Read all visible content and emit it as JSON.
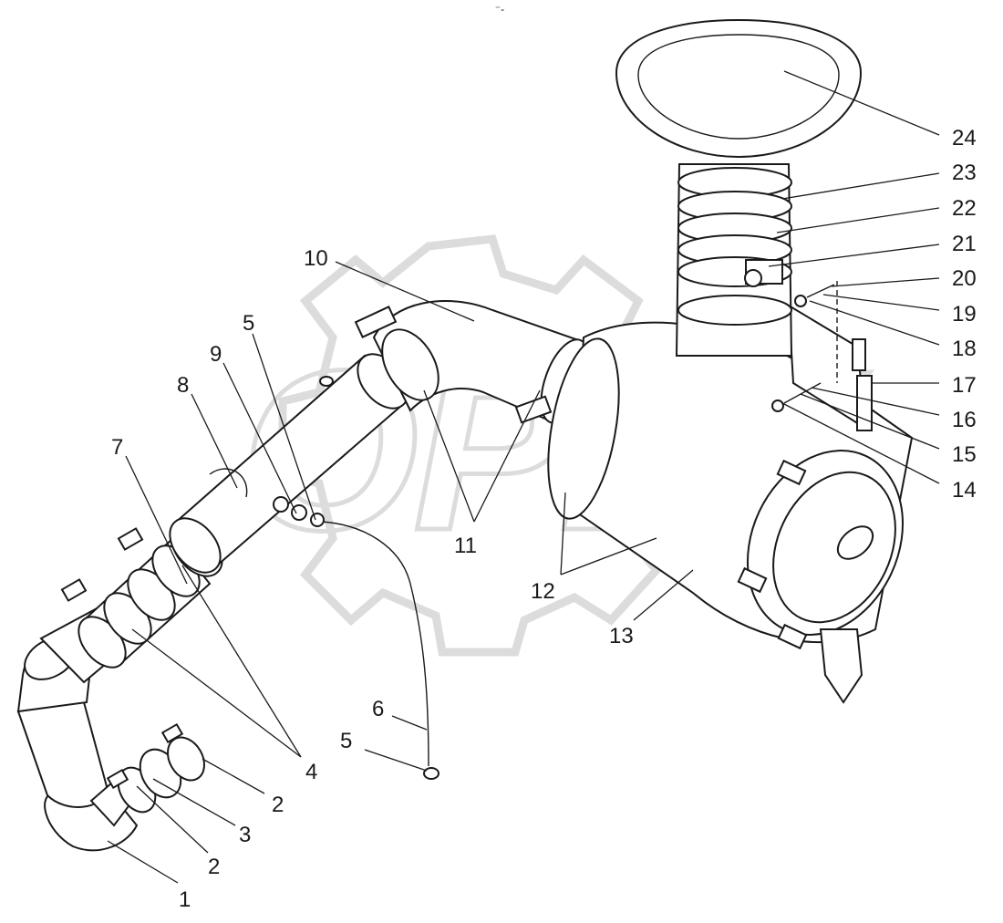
{
  "watermark": {
    "text": "OPEX",
    "color": "#dcdcdc",
    "gear_icon": "gear-icon"
  },
  "top_mark": "⁻-",
  "colors": {
    "line": "#1a1a1a",
    "fill": "#ffffff",
    "watermark": "#dcdcdc"
  },
  "callouts": [
    {
      "label": "1"
    },
    {
      "label": "2"
    },
    {
      "label": "3"
    },
    {
      "label": "2"
    },
    {
      "label": "4"
    },
    {
      "label": "5"
    },
    {
      "label": "6"
    },
    {
      "label": "7"
    },
    {
      "label": "8"
    },
    {
      "label": "9"
    },
    {
      "label": "5"
    },
    {
      "label": "10"
    },
    {
      "label": "11"
    },
    {
      "label": "12"
    },
    {
      "label": "13"
    },
    {
      "label": "14"
    },
    {
      "label": "15"
    },
    {
      "label": "16"
    },
    {
      "label": "17"
    },
    {
      "label": "18"
    },
    {
      "label": "19"
    },
    {
      "label": "20"
    },
    {
      "label": "21"
    },
    {
      "label": "22"
    },
    {
      "label": "23"
    },
    {
      "label": "24"
    }
  ]
}
